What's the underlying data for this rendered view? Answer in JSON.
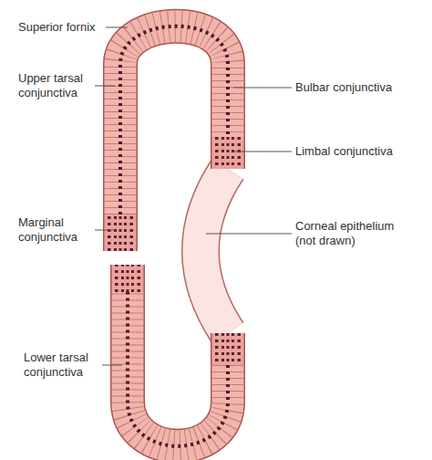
{
  "diagram": {
    "labels": [
      "Superior fornix",
      "Upper tarsal conjunctiva",
      "Bulbar conjunctiva",
      "Limbal conjunctiva",
      "Marginal conjunctiva",
      "Corneal epithelium (not drawn)",
      "Lower tarsal conjunctiva"
    ]
  }
}
